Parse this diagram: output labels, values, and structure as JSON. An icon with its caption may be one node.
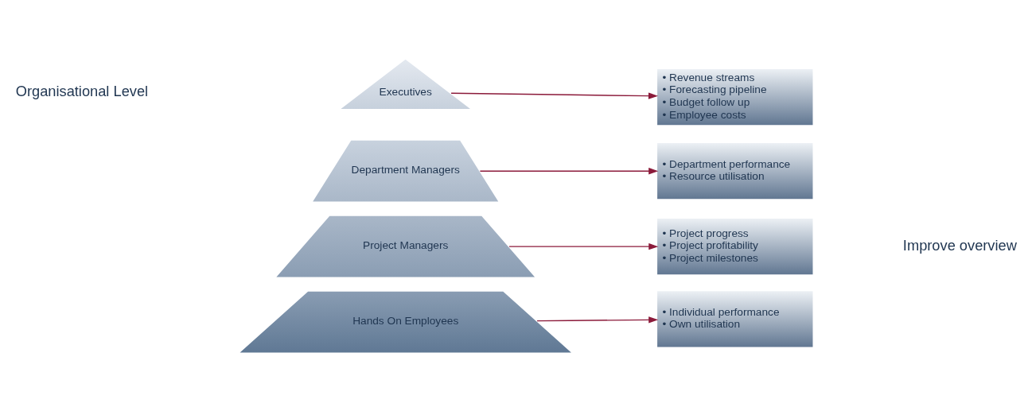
{
  "diagram": {
    "nodes": [
      {
        "text": [
          "Executives"
        ]
      },
      {
        "text": [
          "Department Managers"
        ]
      },
      {
        "text": [
          "Project Managers"
        ]
      },
      {
        "text": [
          "Hands On Employees"
        ]
      },
      {
        "text": [
          "• Revenue streams",
          "• Forecasting pipeline",
          "• Budget follow up",
          "• Employee costs"
        ]
      },
      {
        "text": [
          "• Department performance",
          "• Resource utilisation"
        ]
      },
      {
        "text": [
          "• Project progress",
          "• Project profitability",
          "• Project milestones"
        ]
      },
      {
        "text": [
          "• Individual performance",
          "• Own utilisation"
        ]
      }
    ],
    "edges": [
      {
        "from": 0,
        "to": 4,
        "arrow": "to"
      },
      {
        "from": 1,
        "to": 5,
        "arrow": "to"
      },
      {
        "from": 2,
        "to": 6,
        "arrow": "to"
      },
      {
        "from": 3,
        "to": 7,
        "arrow": "to"
      }
    ],
    "labels": [
      "Organisational Level",
      "Improve overview"
    ]
  }
}
